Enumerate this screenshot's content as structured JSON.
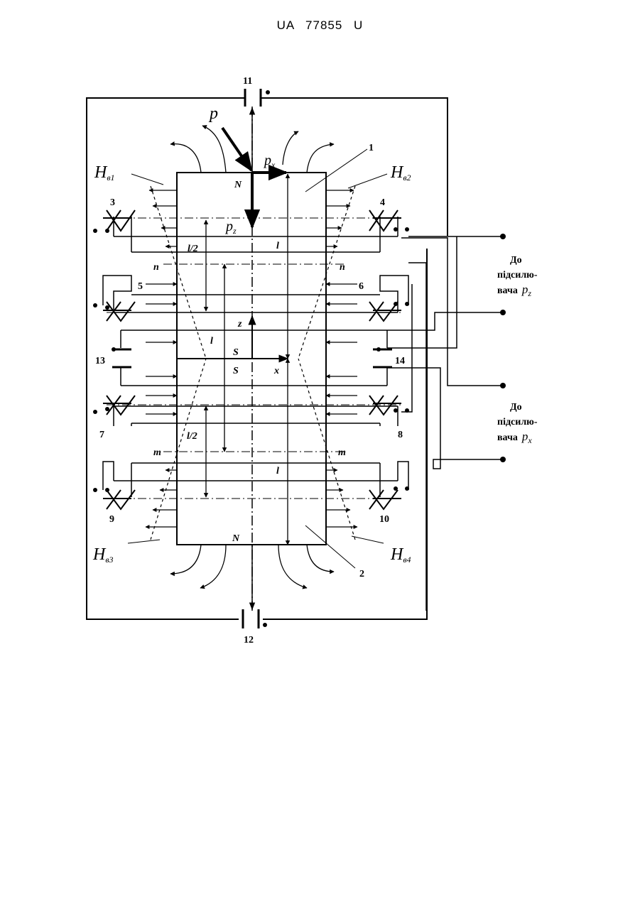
{
  "header": {
    "text": "UA   77855   U"
  },
  "diagram": {
    "part_numbers": [
      "1",
      "2",
      "3",
      "4",
      "5",
      "6",
      "7",
      "8",
      "9",
      "10",
      "11",
      "12",
      "13",
      "14"
    ],
    "pole_labels": {
      "north_top": "N",
      "north_bottom": "N",
      "south_upper": "S",
      "south_lower": "S"
    },
    "force_labels": {
      "p": "p",
      "px": "p",
      "px_sub": "x",
      "pz": "p",
      "pz_sub": "z"
    },
    "field_labels": {
      "h": "H",
      "hb1_sub": "в1",
      "hb2_sub": "в2",
      "hb3_sub": "в3",
      "hb4_sub": "в4"
    },
    "dimension_labels": {
      "l_half_top": "l/2",
      "l_top": "l",
      "l_middle": "l",
      "l_half_bottom": "l/2",
      "l_bottom": "l"
    },
    "line_labels": {
      "n_left": "n",
      "n_right": "n",
      "m_left": "m",
      "m_right": "m"
    },
    "axis_labels": {
      "z": "z",
      "x": "x"
    },
    "amplifier_pz": {
      "line1": "До",
      "line2": "підсилю-",
      "line3": "вача",
      "var": "p",
      "sub": "z"
    },
    "amplifier_px": {
      "line1": "До",
      "line2": "підсилю-",
      "line3": "вача",
      "var": "p",
      "sub": "x"
    }
  }
}
